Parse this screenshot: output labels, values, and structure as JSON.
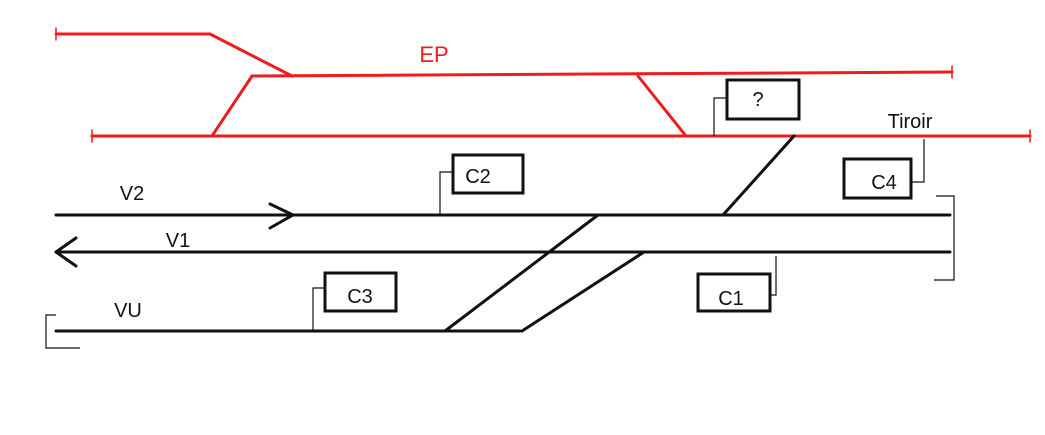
{
  "colors": {
    "siding": "#ee1c1c",
    "track": "#111111",
    "background": "#ffffff"
  },
  "labels": {
    "ep": "EP",
    "tiroir": "Tiroir",
    "v2": "V2",
    "v1": "V1",
    "vu": "VU"
  },
  "signals": {
    "unknown": "?",
    "c1": "C1",
    "c2": "C2",
    "c3": "C3",
    "c4": "C4"
  }
}
